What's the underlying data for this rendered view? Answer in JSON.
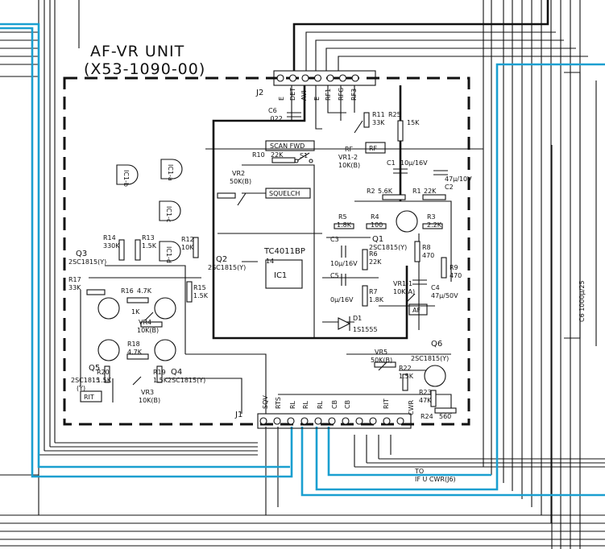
{
  "unit": {
    "name": "AF-VR UNIT",
    "part_no": "(X53-1090-00)"
  },
  "connectors": {
    "j2": {
      "ref": "J2",
      "pins": [
        "E",
        "DET",
        "AVI",
        "E",
        "RF1",
        "RFG",
        "RF3"
      ]
    },
    "j1": {
      "ref": "J1",
      "pins": [
        "SQV",
        "RTS",
        "RL",
        "RL",
        "RL",
        "CB",
        "CB",
        "RIT",
        "CWR"
      ]
    }
  },
  "ic": {
    "ref": "IC1",
    "type": "TC4011BP",
    "pin": "14",
    "gates": [
      "IC1-b",
      "IC1-a",
      "IC1-c",
      "IC1-d"
    ]
  },
  "switch": {
    "ref": "S1",
    "label": "SCAN FWD"
  },
  "boxed_labels": [
    "SQUELCH",
    "RF",
    "AF",
    "RIT"
  ],
  "resistors": [
    {
      "ref": "R1",
      "value": "22K"
    },
    {
      "ref": "R2",
      "value": "5.6K"
    },
    {
      "ref": "R3",
      "value": "2.2K"
    },
    {
      "ref": "R4",
      "value": "100"
    },
    {
      "ref": "R5",
      "value": "1.8K"
    },
    {
      "ref": "R6",
      "value": "22K"
    },
    {
      "ref": "R7",
      "value": "1.8K"
    },
    {
      "ref": "R8",
      "value": "470"
    },
    {
      "ref": "R9",
      "value": "470"
    },
    {
      "ref": "R10",
      "value": "22K"
    },
    {
      "ref": "R11",
      "value": "33K"
    },
    {
      "ref": "R12",
      "value": "10K"
    },
    {
      "ref": "R13",
      "value": "1.5K"
    },
    {
      "ref": "R14",
      "value": "330K"
    },
    {
      "ref": "R15",
      "value": "1.5K"
    },
    {
      "ref": "R16",
      "value": "4.7K"
    },
    {
      "ref": "R17",
      "value": "33K"
    },
    {
      "ref": "R18",
      "value": "4.7K"
    },
    {
      "ref": "R19",
      "value": "1.5K"
    },
    {
      "ref": "R20",
      "value": "1.5K"
    },
    {
      "ref": "R22",
      "value": "1.5K"
    },
    {
      "ref": "R23",
      "value": "47K"
    },
    {
      "ref": "R24",
      "value": "560"
    },
    {
      "ref": "R25",
      "value": "15K"
    }
  ],
  "capacitors": [
    {
      "ref": "C1",
      "value": "10μ/16V"
    },
    {
      "ref": "C2",
      "value": "47μ/10V"
    },
    {
      "ref": "C3",
      "value": "10μ/16V"
    },
    {
      "ref": "C4",
      "value": "47μ/50V"
    },
    {
      "ref": "C5",
      "value": "0μ/16V"
    },
    {
      "ref": "C6",
      "value": ".022"
    }
  ],
  "pots": [
    {
      "ref": "VR1-1",
      "value": "10K(A)"
    },
    {
      "ref": "VR1-2",
      "value": "10K(B)"
    },
    {
      "ref": "VR2",
      "value": "50K(B)"
    },
    {
      "ref": "VR3",
      "value": "10K(B)"
    },
    {
      "ref": "VR4",
      "value": "10K(B)"
    },
    {
      "ref": "VR5",
      "value": "50K(B)"
    },
    {
      "ref": "RF",
      "value": ""
    }
  ],
  "transistors": [
    {
      "ref": "Q1",
      "type": "2SC1815(Y)"
    },
    {
      "ref": "Q2",
      "type": "2SC1815(Y)"
    },
    {
      "ref": "Q3",
      "type": "2SC1815(Y)"
    },
    {
      "ref": "Q4",
      "type": "2SC1815(Y)"
    },
    {
      "ref": "Q5",
      "type": "2SC1815",
      "grade": "(Y)"
    },
    {
      "ref": "Q6",
      "type": "2SC1815(Y)"
    }
  ],
  "diode": {
    "ref": "D1",
    "type": "1S1555"
  },
  "extra_labels": {
    "r16_val": "1K",
    "destination": "TO",
    "dest_name": "IF U CWR(J6)",
    "right_cap": "C6 1000μ/25"
  },
  "colors": {
    "wire": "#111111",
    "highlight": "#1a9fd0",
    "paper": "#ffffff"
  }
}
